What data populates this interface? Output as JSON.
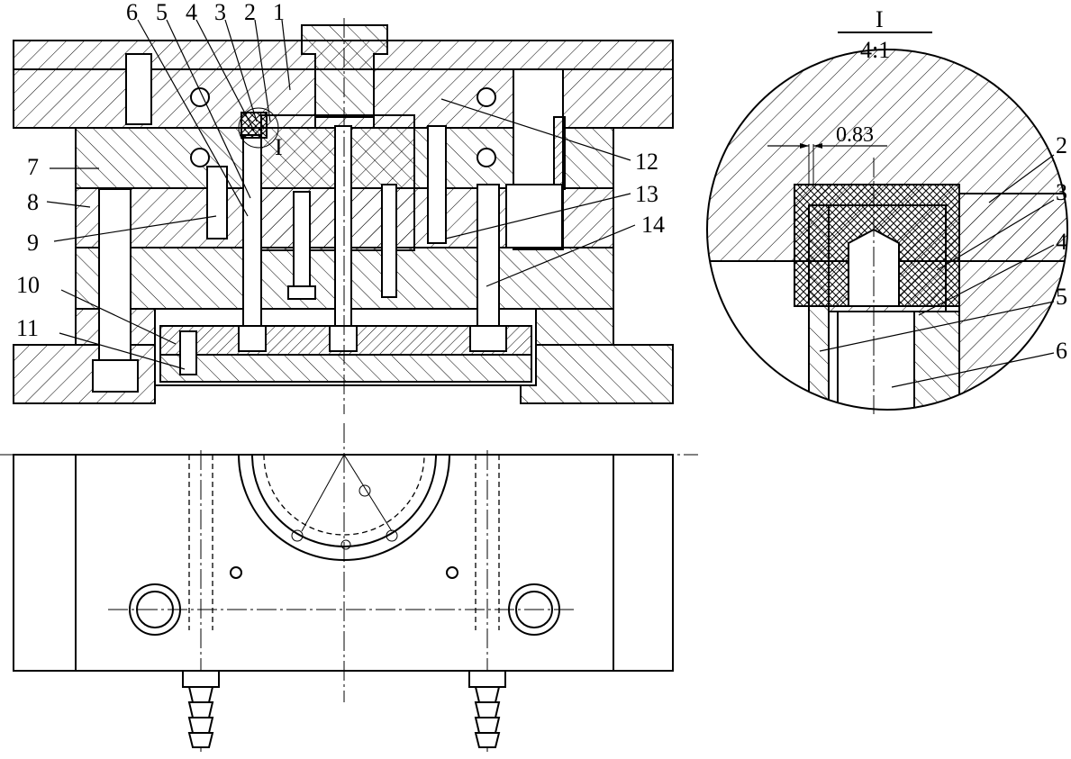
{
  "callouts": {
    "p1": "1",
    "p2": "2",
    "p3": "3",
    "p4": "4",
    "p5": "5",
    "p6": "6",
    "p7": "7",
    "p8": "8",
    "p9": "9",
    "p10": "10",
    "p11": "11",
    "p12": "12",
    "p13": "13",
    "p14": "14",
    "section_mark": "I"
  },
  "detail": {
    "title": "I",
    "scale": "4:1",
    "dimension": "0.83",
    "callouts": {
      "d2": "2",
      "d3": "3",
      "d4": "4",
      "d5": "5",
      "d6": "6"
    }
  }
}
